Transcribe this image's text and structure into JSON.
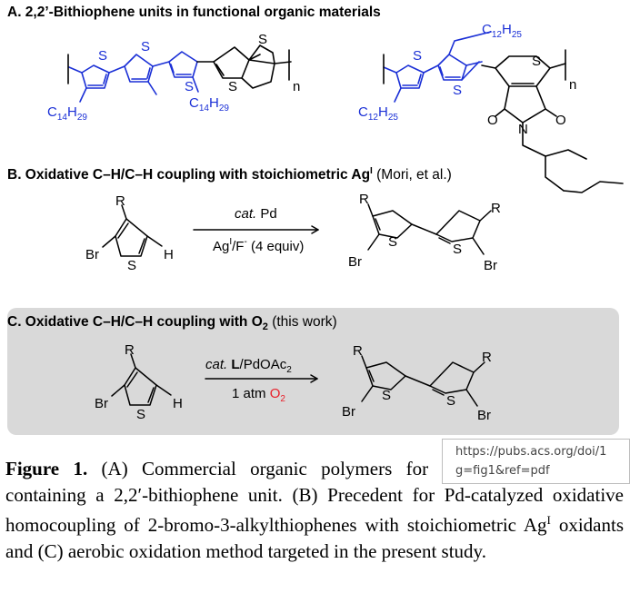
{
  "section_a": {
    "title": "A. 2,2’-Bithiophene units in functional organic materials"
  },
  "section_b": {
    "title_main": "B. Oxidative C–H/C–H coupling with stoichiometric Ag",
    "title_sup": "I",
    "title_credit": "(Mori, et al.)"
  },
  "section_c": {
    "title_main": "C. Oxidative C–H/C–H coupling with O",
    "title_sub": "2",
    "title_credit": "(this work)"
  },
  "labels": {
    "S": "S",
    "n": "n",
    "R": "R",
    "Br": "Br",
    "H": "H",
    "O": "O",
    "N": "N",
    "C14": "C",
    "C14_sub": "14",
    "H29": "H",
    "H29_sub": "29",
    "C12": "C",
    "C12_sub": "12",
    "H25": "H",
    "H25_sub": "25"
  },
  "conditions_b": {
    "line1_italic": "cat.",
    "line1_rest": " Pd",
    "line2_a": "Ag",
    "line2_sup1": "I",
    "line2_b": "/F",
    "line2_sup2": "-",
    "line2_c": " (4 equiv)"
  },
  "conditions_c": {
    "line1_italic": "cat.",
    "line1_bold": "L",
    "line1_rest": "/PdOAc",
    "line1_sub": "2",
    "line2_a": "1 atm ",
    "line2_o": "O",
    "line2_sub": "2"
  },
  "caption": {
    "label": "Figure 1.",
    "text_a": " (A) Commercial organic polymers for electronic applications containing a 2,2′-bithiophene unit. (B) Precedent for Pd-catalyzed oxidative homocoupling of 2-bromo-3-alkylthiophenes with stoichiometric Ag",
    "text_sup": "I",
    "text_b": " oxidants and (C) aerobic oxidation method targeted in the present study."
  },
  "url_tooltip": {
    "text": "https://pubs.acs.org/doi/1\ng=fig1&ref=pdf"
  },
  "colors": {
    "blue": "#1a2fd6",
    "red": "#e8202a",
    "panel": "#d9d9d9"
  }
}
